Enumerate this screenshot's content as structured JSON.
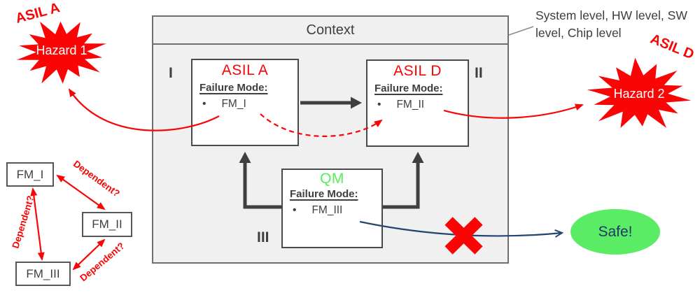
{
  "diagram": {
    "context": {
      "title": "Context",
      "levels_note": "System level, HW level, SW level, Chip level"
    },
    "modules": [
      {
        "numeral": "I",
        "title": "ASIL A",
        "header": "Failure Mode:",
        "bullet": "•",
        "failure_mode": "FM_I"
      },
      {
        "numeral": "II",
        "title": "ASIL D",
        "header": "Failure Mode:",
        "bullet": "•",
        "failure_mode": "FM_II"
      },
      {
        "numeral": "III",
        "title": "QM",
        "header": "Failure Mode:",
        "bullet": "•",
        "failure_mode": "FM_III"
      }
    ],
    "hazards": [
      {
        "asil_label": "ASIL A",
        "name": "Hazard 1"
      },
      {
        "asil_label": "ASIL D",
        "name": "Hazard 2"
      }
    ],
    "safe_label": "Safe!",
    "dependency_graph": {
      "nodes": [
        "FM_I",
        "FM_II",
        "FM_III"
      ],
      "edge_label": "Dependent?"
    },
    "colors": {
      "red": "#F90505",
      "green": "#57EE5C",
      "navy": "#203864",
      "dark_gray": "#3F3F3F"
    }
  }
}
